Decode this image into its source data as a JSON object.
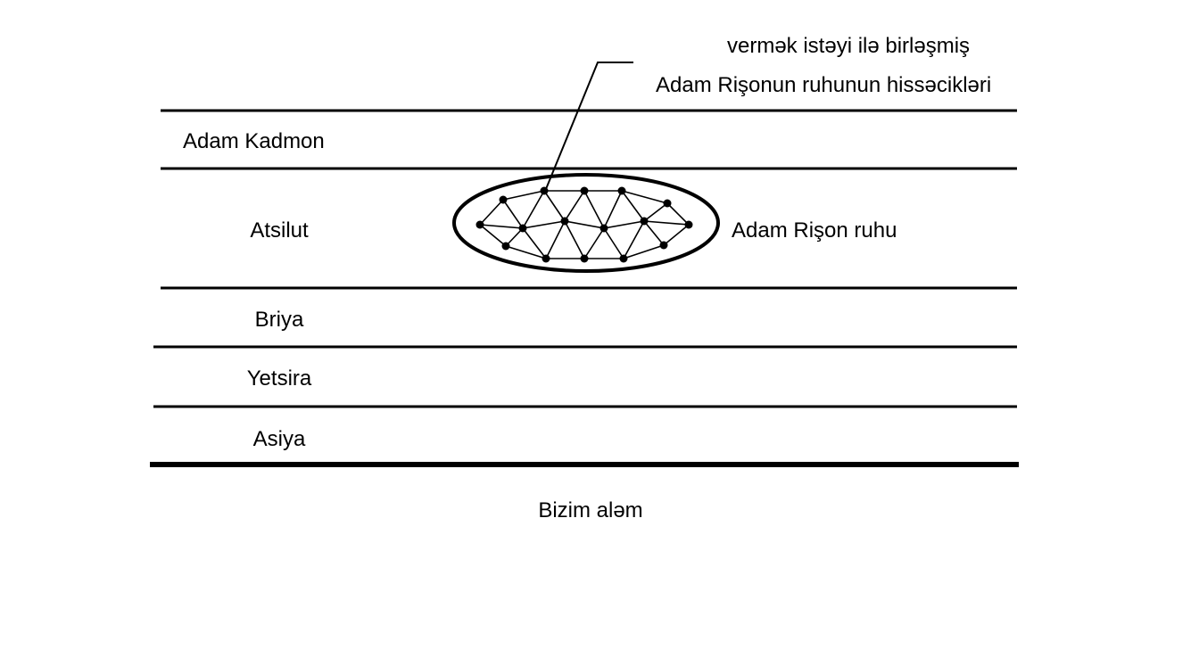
{
  "annotation": {
    "line1": "vermək istəyi ilə birləşmiş",
    "line2": "Adam Rişonun ruhunun hissəcikləri"
  },
  "levels": [
    {
      "label": "Adam Kadmon"
    },
    {
      "label": "Atsilut"
    },
    {
      "label": "Briya"
    },
    {
      "label": "Yetsira"
    },
    {
      "label": "Asiya"
    }
  ],
  "soul_label": "Adam Rişon ruhu",
  "bottom_label": "Bizim aləm"
}
